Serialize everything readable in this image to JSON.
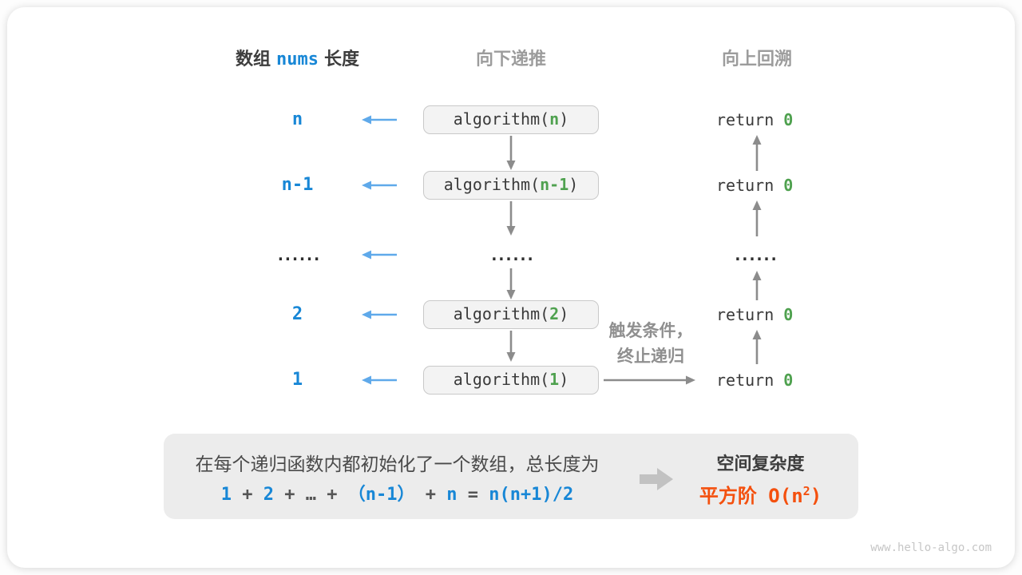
{
  "header": {
    "array_label_pre": "数组",
    "array_label_code": "nums",
    "array_label_post": "长度",
    "recurse": "向下递推",
    "backtrack": "向上回溯"
  },
  "rows": [
    {
      "label": "n",
      "call_pre": "algorithm(",
      "call_arg": "n",
      "call_post": ")",
      "ret_pre": "return",
      "ret_val": "0"
    },
    {
      "label": "n-1",
      "call_pre": "algorithm(",
      "call_arg": "n-1",
      "call_post": ")",
      "ret_pre": "return",
      "ret_val": "0"
    },
    {
      "label": "......",
      "mid_dots": "......",
      "ret_dots": "......"
    },
    {
      "label": "2",
      "call_pre": "algorithm(",
      "call_arg": "2",
      "call_post": ")",
      "ret_pre": "return",
      "ret_val": "0"
    },
    {
      "label": "1",
      "call_pre": "algorithm(",
      "call_arg": "1",
      "call_post": ")",
      "ret_pre": "return",
      "ret_val": "0"
    }
  ],
  "annotation": {
    "line1": "触发条件，",
    "line2": "终止递归"
  },
  "summary": {
    "description": "在每个递归函数内都初始化了一个数组，总长度为",
    "formula": {
      "t1": "1",
      "p1": " + ",
      "t2": "2",
      "p2": " + ",
      "ellipsis": "…",
      "p3": " + ",
      "t3": "（n-1）",
      "p4": " + ",
      "t4": "n",
      "eq": " = ",
      "t5": "n(n+1)/2"
    },
    "result_title": "空间复杂度",
    "result_prefix": "平方阶 O(n",
    "result_sup": "2",
    "result_suffix": ")"
  },
  "watermark": "www.hello-algo.com",
  "colors": {
    "blue_text": "#1887d6",
    "light_blue_arrow": "#5fa9ea",
    "green_code": "#4fa14f",
    "orange_result": "#f4500e",
    "gray_arrow": "#8c8c8c",
    "box_background": "#f3f3f3",
    "summary_background": "#ececec"
  }
}
